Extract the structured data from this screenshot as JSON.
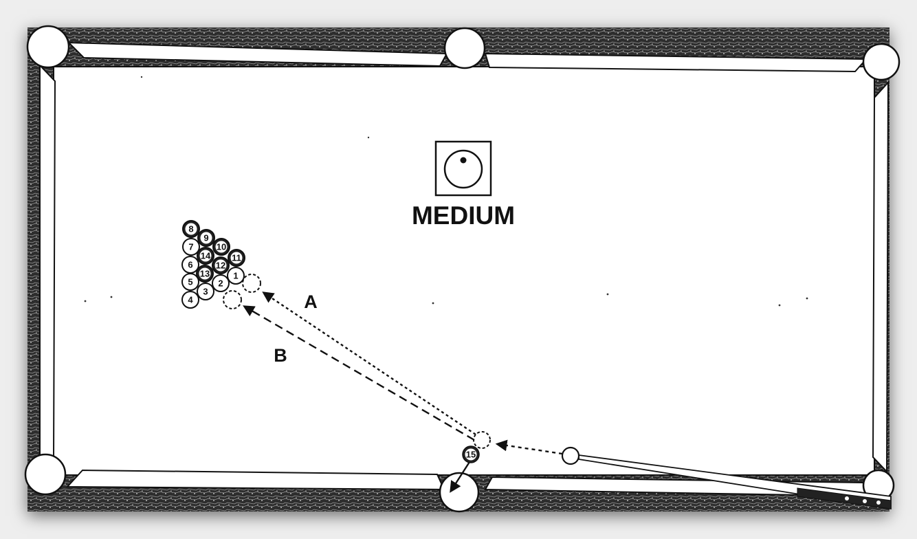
{
  "spin_indicator": {
    "label": "MEDIUM",
    "icon": "cue-ball-contact-point-icon"
  },
  "paths": [
    {
      "label": "A",
      "style": "dotted"
    },
    {
      "label": "B",
      "style": "dashed"
    }
  ],
  "rack_balls": [
    "8",
    "9",
    "7",
    "10",
    "14",
    "11",
    "6",
    "12",
    "13",
    "1",
    "5",
    "2",
    "3",
    "4"
  ],
  "object_ball": "15",
  "colors": {
    "cloth": "#ffffff",
    "rail_wood": "#2b2b2b",
    "ink": "#111111",
    "background": "#eeeeee"
  }
}
